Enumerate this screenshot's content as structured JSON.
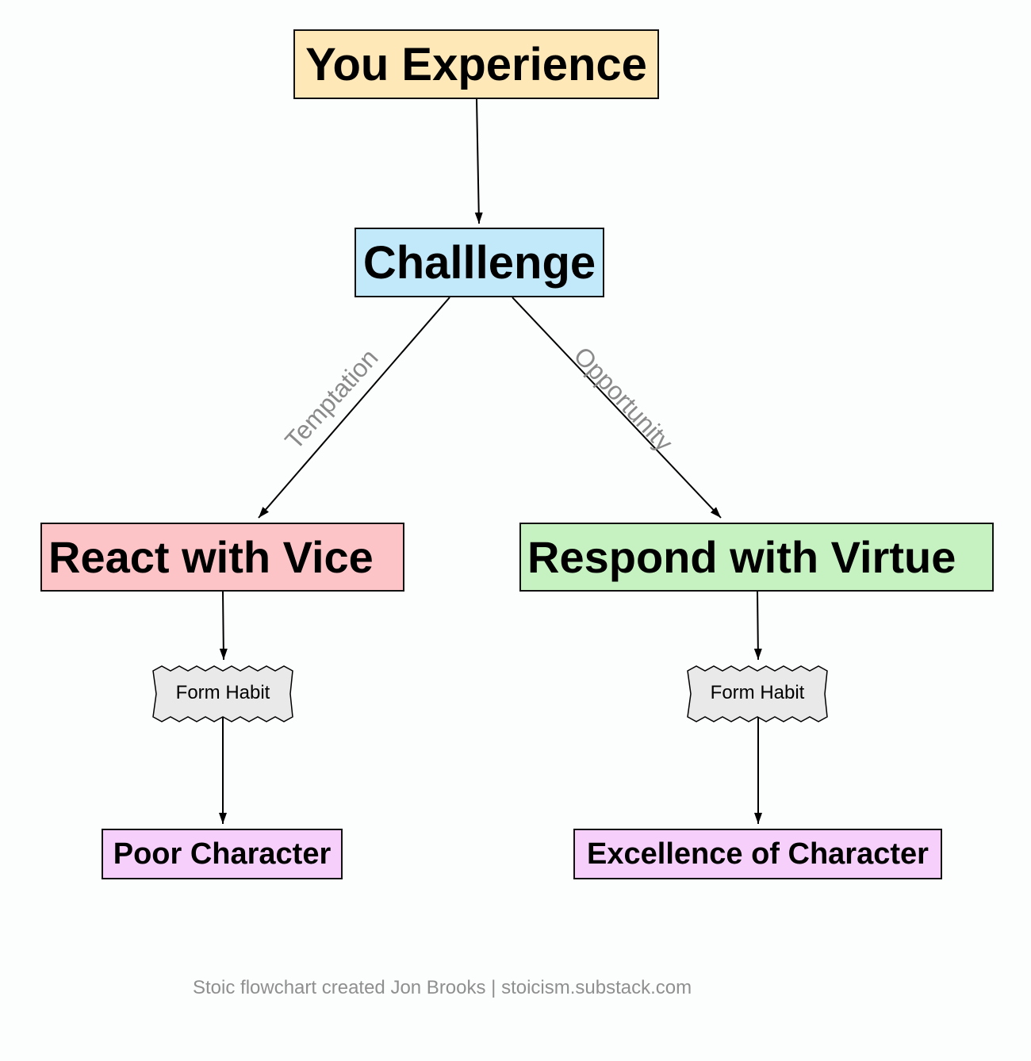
{
  "colors": {
    "you_experience": "#ffe8b8",
    "challenge": "#c2e9fa",
    "vice": "#fdc4c8",
    "virtue": "#c6f2c2",
    "character": "#f6cffb",
    "habit": "#e9e9e9",
    "edge_label": "#8a8a8a",
    "footer": "#8f8f8f"
  },
  "nodes": {
    "you_experience": "You Experience",
    "challenge": "Challlenge",
    "react_vice": "React with Vice",
    "respond_virtue": "Respond with Virtue",
    "habit_left": "Form Habit",
    "habit_right": "Form Habit",
    "poor_character": "Poor Character",
    "excellence_character": "Excellence of Character"
  },
  "edges": {
    "temptation": "Temptation",
    "opportunity": "Opportunity"
  },
  "footer": "Stoic flowchart created Jon Brooks | stoicism.substack.com"
}
